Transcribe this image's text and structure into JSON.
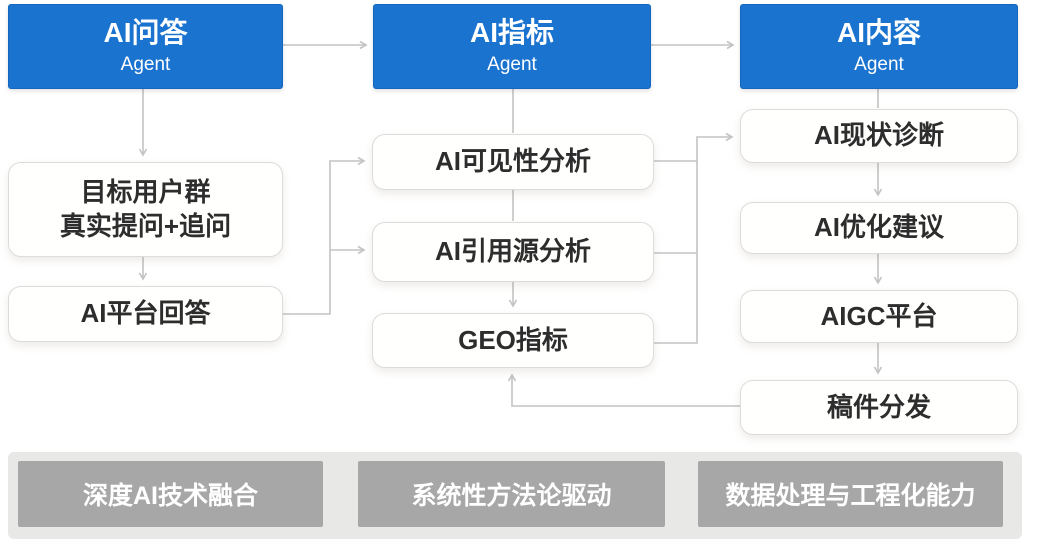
{
  "agents": [
    {
      "title": "AI问答",
      "subtitle": "Agent"
    },
    {
      "title": "AI指标",
      "subtitle": "Agent"
    },
    {
      "title": "AI内容",
      "subtitle": "Agent"
    }
  ],
  "nodes": {
    "target_users_line1": "目标用户群",
    "target_users_line2": "真实提问+追问",
    "platform_answer": "AI平台回答",
    "visibility_analysis": "AI可见性分析",
    "citation_source_analysis": "AI引用源分析",
    "geo_metrics": "GEO指标",
    "status_diagnosis": "AI现状诊断",
    "optimization_advice": "AI优化建议",
    "aigc_platform": "AIGC平台",
    "manuscript_distribution": "稿件分发"
  },
  "pillars": [
    "深度AI技术融合",
    "系统性方法论驱动",
    "数据处理与工程化能力"
  ],
  "colors": {
    "agent_blue": "#1b73d0",
    "agent_blue_border": "#1566bd",
    "node_bg": "#fffffe",
    "node_border": "#dcdcda",
    "connector": "#c3c3c3",
    "pillar_bar": "#a7a7a7",
    "pillar_strip": "#e8e8e6",
    "text_dark": "#2d2d2d"
  }
}
